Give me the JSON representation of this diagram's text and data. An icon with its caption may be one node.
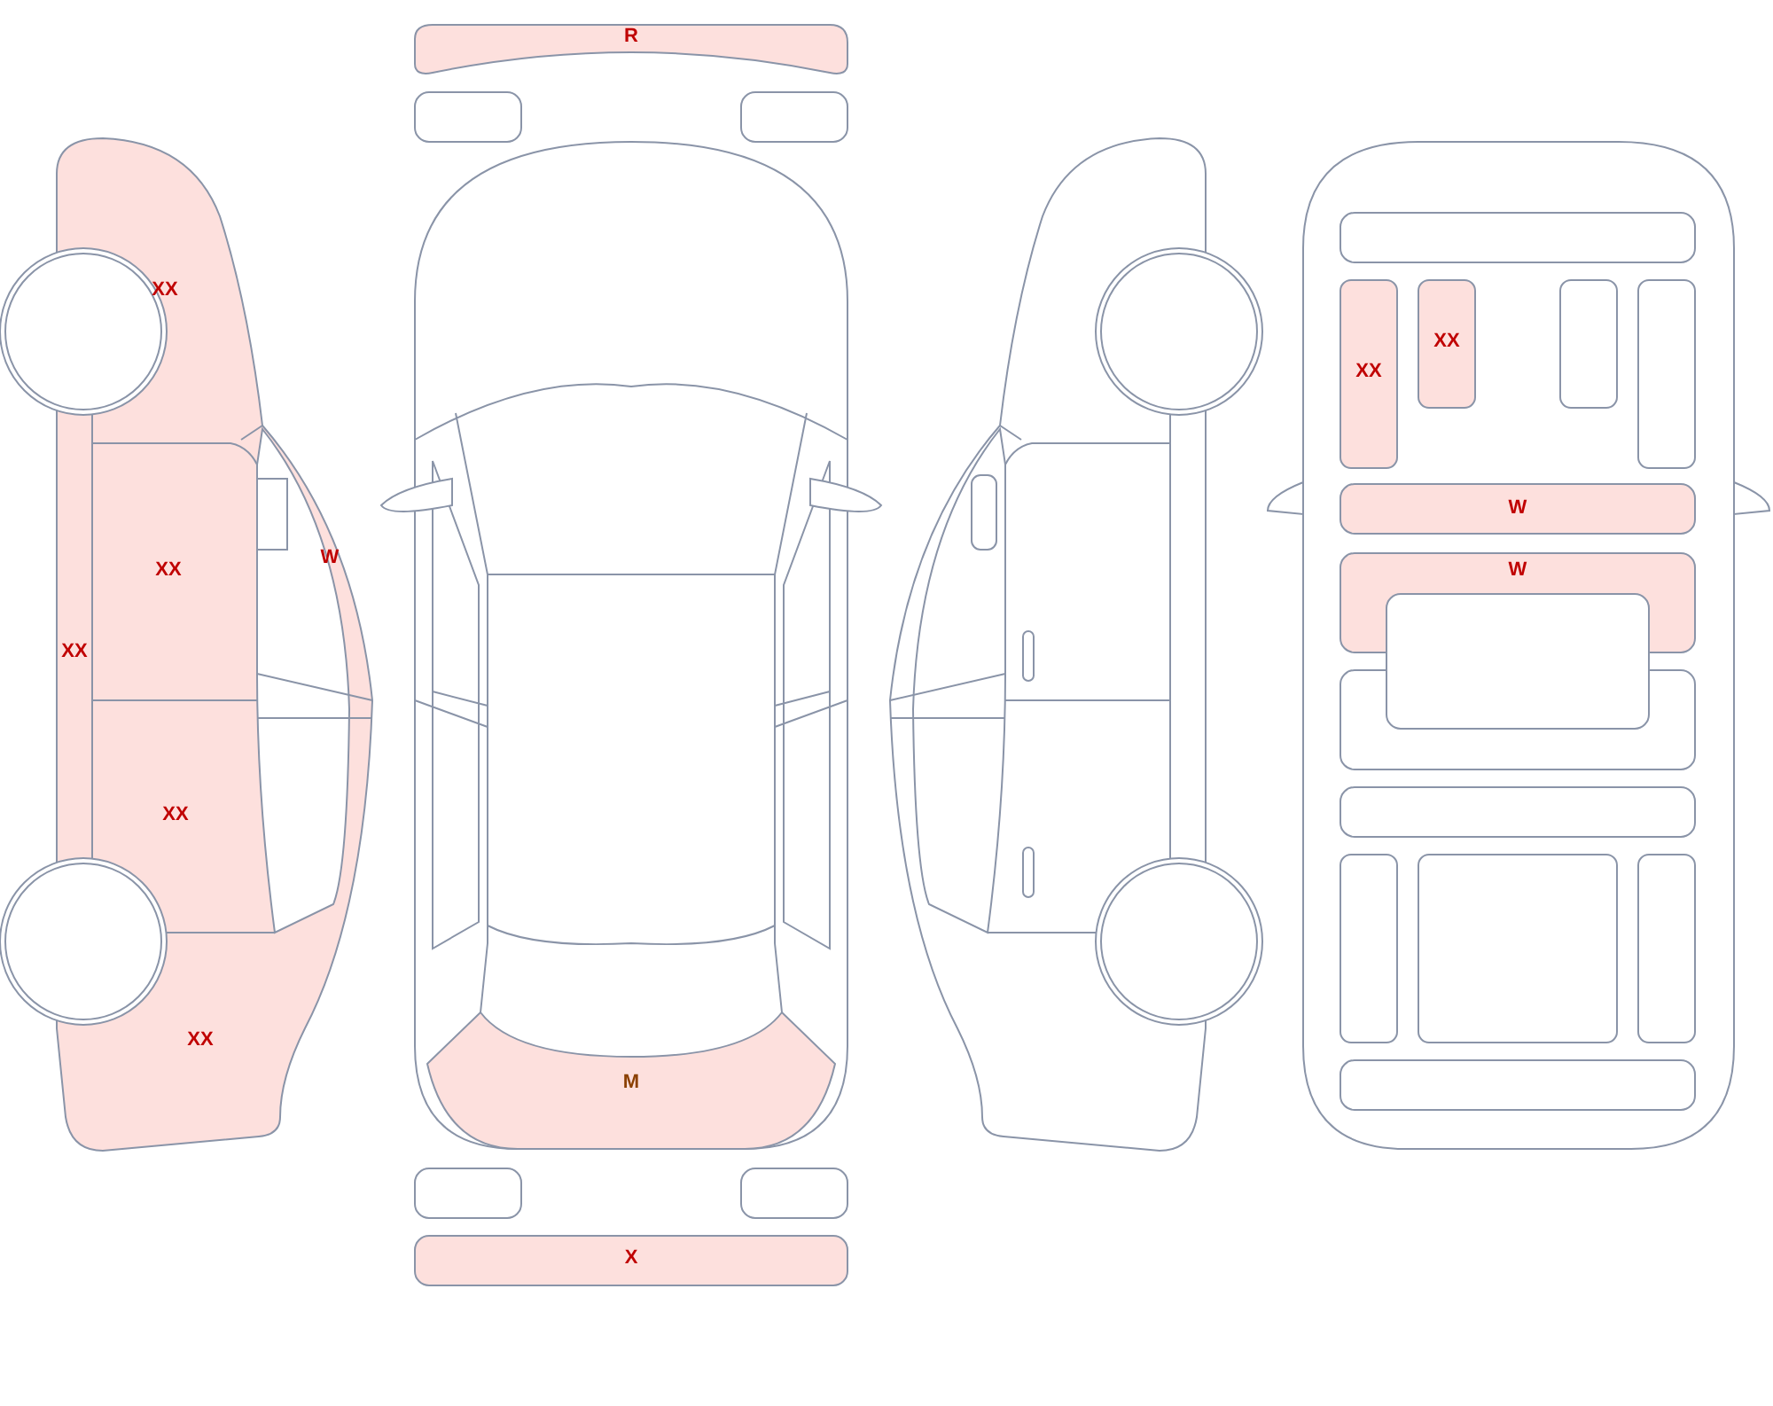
{
  "diagram": {
    "labels": [
      "R",
      "XX",
      "XX",
      "XX",
      "W",
      "W",
      "XX",
      "W",
      "XX",
      "XX",
      "XX",
      "M",
      "X"
    ]
  }
}
